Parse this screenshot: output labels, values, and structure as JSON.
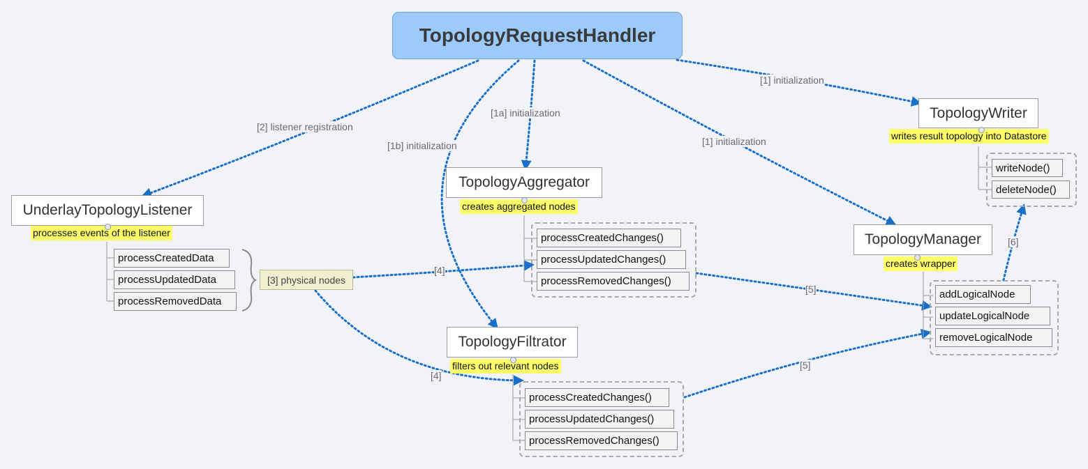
{
  "root": {
    "title": "TopologyRequestHandler"
  },
  "writer": {
    "title": "TopologyWriter",
    "note": "writes result topology into Datastore",
    "methods": [
      "writeNode()",
      "deleteNode()"
    ]
  },
  "manager": {
    "title": "TopologyManager",
    "note": "creates wrapper",
    "methods": [
      "addLogicalNode",
      "updateLogicalNode",
      "removeLogicalNode"
    ]
  },
  "aggregator": {
    "title": "TopologyAggregator",
    "note": "creates aggregated nodes",
    "methods": [
      "processCreatedChanges()",
      "processUpdatedChanges()",
      "processRemovedChanges()"
    ]
  },
  "filtrator": {
    "title": "TopologyFiltrator",
    "note": "filters out relevant nodes",
    "methods": [
      "processCreatedChanges()",
      "processUpdatedChanges()",
      "processRemovedChanges()"
    ]
  },
  "listener": {
    "title": "UnderlayTopologyListener",
    "note": "processes events of the listener",
    "methods": [
      "processCreatedData",
      "processUpdatedData",
      "processRemovedData"
    ]
  },
  "physical_nodes": "[3] physical nodes",
  "edge_labels": {
    "to_writer": "[1] initialization",
    "to_manager": "[1] initialization",
    "to_aggregator": "[1a] initialization",
    "to_filtrator": "[1b] initialization",
    "to_listener": "[2] listener registration",
    "phys_to_aggregator": "[4]",
    "phys_to_filtrator": "[4]",
    "aggregator_to_manager": "[5]",
    "filtrator_to_manager": "[5]",
    "manager_to_writer": "[6]"
  },
  "colors": {
    "root_fill": "#9ccbfb",
    "note_fill": "#fdfd6a",
    "arrow": "#1a6fc9",
    "physical_fill": "#f0efcf"
  }
}
